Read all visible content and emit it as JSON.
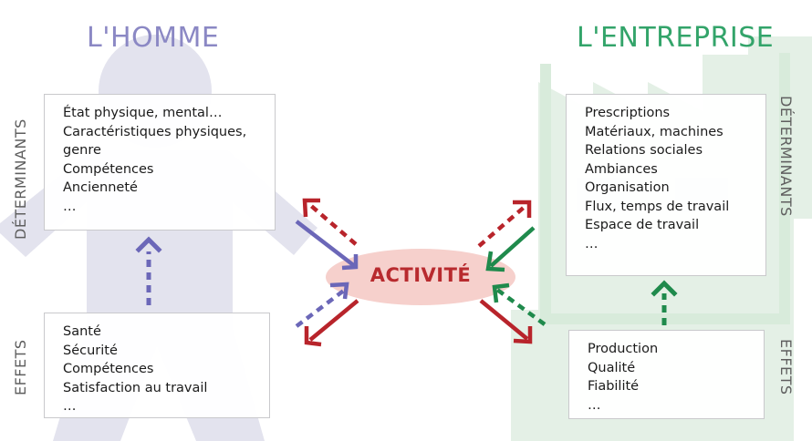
{
  "titles": {
    "homme": "L'HOMME",
    "entreprise": "L'ENTREPRISE"
  },
  "center": {
    "label": "ACTIVITÉ"
  },
  "homme": {
    "determinants": {
      "label": "DÉTERMINANTS",
      "items": [
        "État physique, mental…",
        "Caractéristiques physiques,",
        "genre",
        "Compétences",
        "Ancienneté",
        "…"
      ]
    },
    "effets": {
      "label": "EFFETS",
      "items": [
        "Santé",
        "Sécurité",
        "Compétences",
        "Satisfaction au travail",
        "…"
      ]
    }
  },
  "entreprise": {
    "determinants": {
      "label": "DÉTERMINANTS",
      "items": [
        "Prescriptions",
        "Matériaux, machines",
        "Relations sociales",
        "Ambiances",
        "Organisation",
        "Flux, temps de travail",
        "Espace de travail",
        "…"
      ]
    },
    "effets": {
      "label": "EFFETS",
      "items": [
        "Production",
        "Qualité",
        "Fiabilité",
        "…"
      ]
    }
  },
  "colors": {
    "homme_title": "#8b88c4",
    "entreprise_title": "#33a46a",
    "homme_arrow": "#6b67b8",
    "entreprise_arrow": "#1f8a4c",
    "activite_arrow": "#b8242b",
    "activite_fill": "#f6d0cc",
    "person_silhouette": "#e3e3ee",
    "factory_silhouette": "#e4f0e6"
  },
  "icons": {
    "person": "person-silhouette-icon",
    "factory": "factory-silhouette-icon"
  }
}
